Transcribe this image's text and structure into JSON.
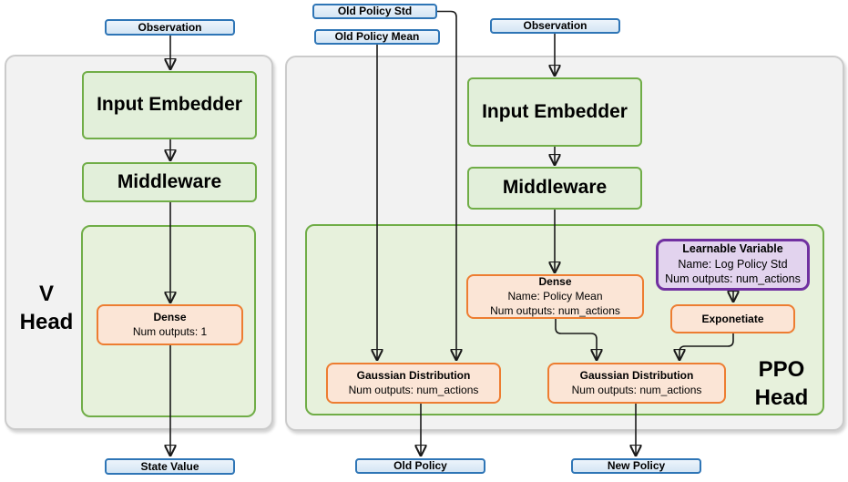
{
  "colors": {
    "blue_border": "#2E75B6",
    "blue_fill": "#DEEBF7",
    "green_border": "#70AD47",
    "green_fill": "#E2EFDA",
    "orange_border": "#ED7D31",
    "orange_fill": "#FBE5D6",
    "purple_border": "#7030A0",
    "purple_fill": "#E2D3EE",
    "panel_fill": "#F2F2F2",
    "panel_border": "#CBCBCB",
    "arrow": "#1A1A1A"
  },
  "v_head": {
    "label_line1": "V",
    "label_line2": "Head",
    "observation": "Observation",
    "input_embedder": "Input Embedder",
    "middleware": "Middleware",
    "dense": {
      "title": "Dense",
      "line1": "Num outputs: 1"
    },
    "state_value": "State Value"
  },
  "ppo_head": {
    "label_line1": "PPO",
    "label_line2": "Head",
    "old_policy_std": "Old Policy Std",
    "old_policy_mean": "Old Policy Mean",
    "observation": "Observation",
    "input_embedder": "Input Embedder",
    "middleware": "Middleware",
    "dense": {
      "title": "Dense",
      "line1": "Name: Policy Mean",
      "line2": "Num outputs: num_actions"
    },
    "learnable_variable": {
      "title": "Learnable Variable",
      "line1": "Name: Log Policy Std",
      "line2": "Num outputs: num_actions"
    },
    "exponetiate": "Exponetiate",
    "gaussian_old": {
      "title": "Gaussian Distribution",
      "line1": "Num outputs: num_actions"
    },
    "gaussian_new": {
      "title": "Gaussian Distribution",
      "line1": "Num outputs: num_actions"
    },
    "old_policy": "Old Policy",
    "new_policy": "New Policy"
  }
}
